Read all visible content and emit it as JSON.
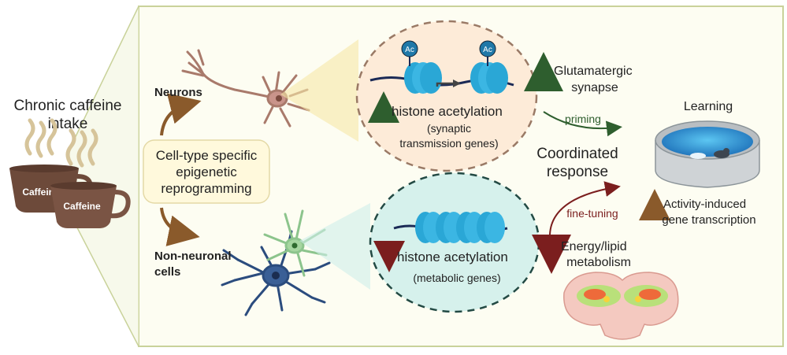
{
  "left": {
    "title_line1": "Chronic caffeine",
    "title_line2": "intake",
    "cup_label_1": "Caffeine",
    "cup_label_2": "Caffeine"
  },
  "center": {
    "line1": "Cell-type specific",
    "line2": "epigenetic",
    "line3": "reprogramming"
  },
  "neurons": {
    "label": "Neurons",
    "ac_label_1": "Ac",
    "ac_label_2": "Ac",
    "effect": "histone acetylation",
    "genes_line1": "(synaptic",
    "genes_line2": "transmission genes)"
  },
  "non_neuronal": {
    "label_line1": "Non-neuronal",
    "label_line2": "cells",
    "effect": "histone acetylation",
    "genes": "(metabolic genes)"
  },
  "outcomes": {
    "glutamatergic_line1": "Glutamatergic",
    "glutamatergic_line2": "synapse",
    "priming": "priming",
    "coordinated_line1": "Coordinated",
    "coordinated_line2": "response",
    "fine_tuning": "fine-tuning",
    "energy_line1": "Energy/lipid",
    "energy_line2": "metabolism",
    "learning": "Learning",
    "activity_line1": "Activity-induced",
    "activity_line2": "gene transcription"
  },
  "colors": {
    "panel_border": "#c9d29a",
    "panel_fill": "#fdfdf2",
    "up_green": "#2e7d32",
    "down_red": "#7b1e1e",
    "up_orange": "#9c5a26",
    "nucleosome": "#2aa7d6",
    "coffee": "#6d4a3a"
  }
}
